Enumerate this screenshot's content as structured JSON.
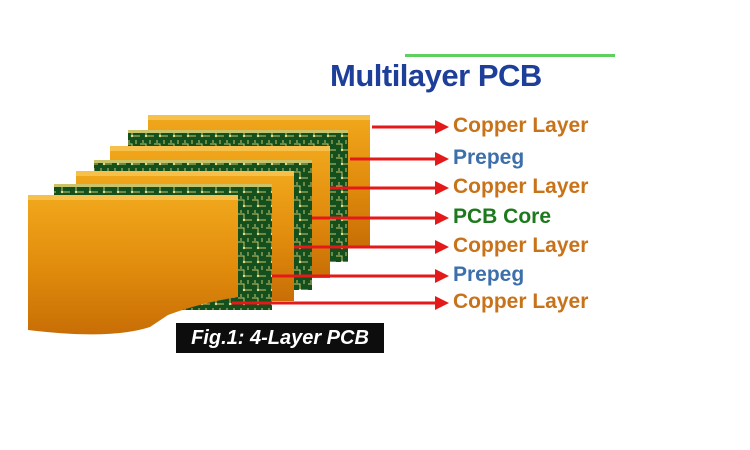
{
  "title": "Multilayer PCB",
  "caption": "Fig.1: 4-Layer PCB",
  "colors": {
    "copper": "#c8731a",
    "prepreg": "#3d6fab",
    "core": "#1c7a1c",
    "arrow": "#e41a1a",
    "title": "#1d3f9a",
    "accent_line": "#5fcf5f"
  },
  "layers": [
    {
      "label": "Copper Layer",
      "kind": "copper"
    },
    {
      "label": "Prepeg",
      "kind": "prepreg"
    },
    {
      "label": "Copper Layer",
      "kind": "copper"
    },
    {
      "label": "PCB Core",
      "kind": "core"
    },
    {
      "label": "Copper Layer",
      "kind": "copper"
    },
    {
      "label": "Prepeg",
      "kind": "prepreg"
    },
    {
      "label": "Copper Layer",
      "kind": "copper"
    }
  ]
}
